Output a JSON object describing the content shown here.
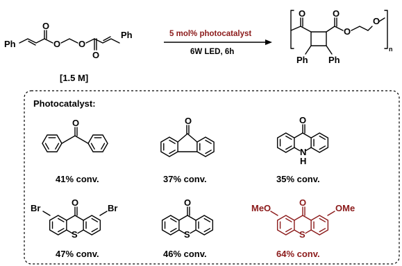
{
  "colors": {
    "highlight": "#8b1a1a",
    "text": "#000000"
  },
  "reaction": {
    "catalyst_loading": "5 mol% photocatalyst",
    "conditions": "6W LED, 6h",
    "concentration": "[1.5 M]",
    "n_subscript": "n"
  },
  "atoms": {
    "ph": "Ph",
    "o": "O",
    "nh": "H",
    "n": "N",
    "s": "S",
    "br": "Br",
    "ome": "OMe",
    "meo": "MeO"
  },
  "panel": {
    "title": "Photocatalyst:",
    "catalysts": [
      {
        "conversion": "41% conv."
      },
      {
        "conversion": "37% conv."
      },
      {
        "conversion": "35% conv."
      },
      {
        "conversion": "47% conv."
      },
      {
        "conversion": "46% conv."
      },
      {
        "conversion": "64% conv."
      }
    ]
  }
}
